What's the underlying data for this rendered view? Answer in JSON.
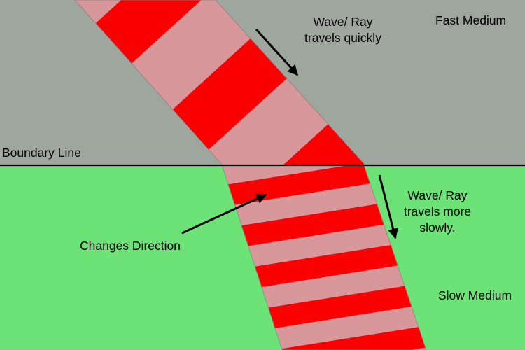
{
  "colors": {
    "fast_medium": "#9ea69d",
    "slow_medium": "#6de276",
    "wave_light": "#d8979b",
    "wave_dark": "#fb0000",
    "boundary": "#000000"
  },
  "labels": {
    "fast_medium": "Fast Medium",
    "slow_medium": "Slow Medium",
    "boundary_line": "Boundary Line",
    "fast_note_line1": "Wave/ Ray",
    "fast_note_line2": "travels quickly",
    "slow_note_line1": "Wave/ Ray",
    "slow_note_line2": "travels more",
    "slow_note_line3": "slowly.",
    "changes_direction": "Changes Direction"
  }
}
